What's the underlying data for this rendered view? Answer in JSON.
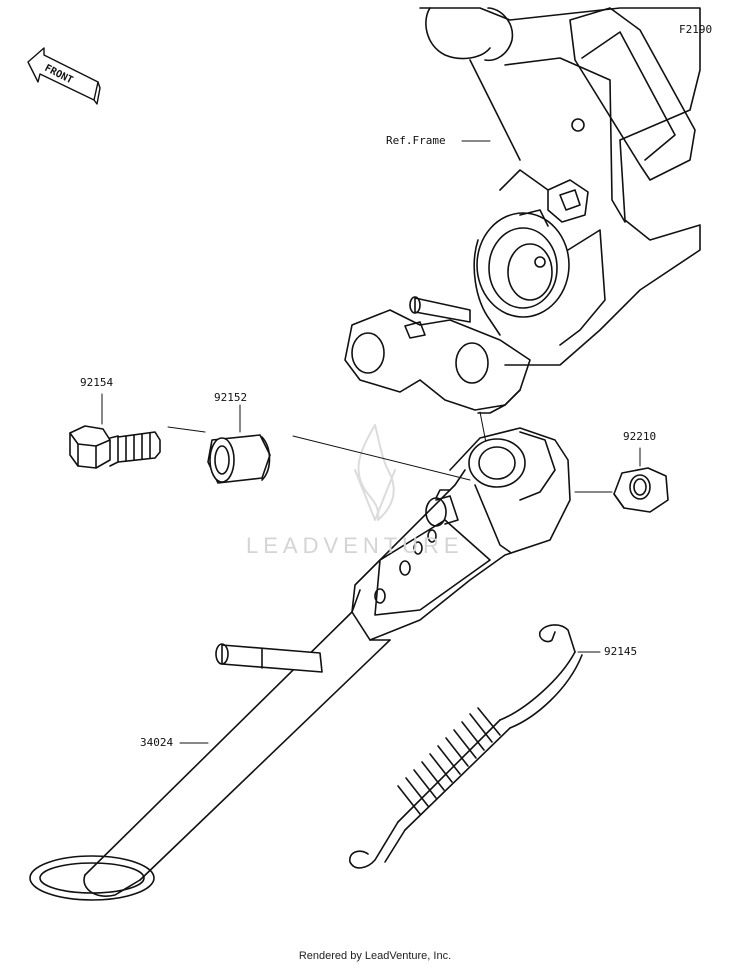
{
  "diagram_code": "F2190",
  "front_label": "FRONT",
  "ref_frame_label": "Ref.Frame",
  "watermark": "LEADVENTURE",
  "parts": [
    {
      "number": "92154",
      "name": "bolt"
    },
    {
      "number": "92152",
      "name": "collar"
    },
    {
      "number": "92210",
      "name": "nut"
    },
    {
      "number": "92145",
      "name": "spring"
    },
    {
      "number": "34024",
      "name": "side-stand"
    }
  ],
  "footer": "Rendered by LeadVenture, Inc.",
  "colors": {
    "line": "#111111",
    "watermark": "#d4d4d4"
  }
}
